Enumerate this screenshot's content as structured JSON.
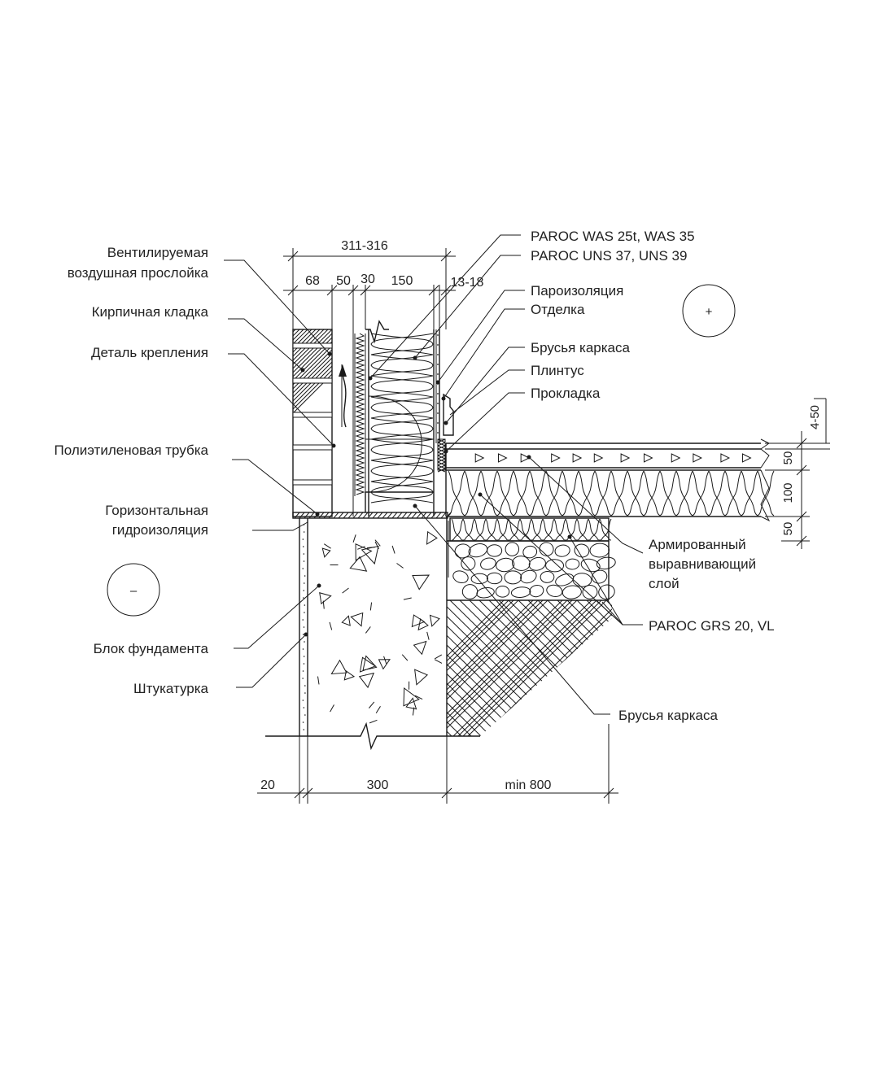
{
  "labels_left": {
    "vent_gap": [
      "Вентилируемая",
      "воздушная прослойка"
    ],
    "brickwork": "Кирпичная кладка",
    "fastener": "Деталь крепления",
    "pe_tube": "Полиэтиленовая трубка",
    "horiz_waterproofing": [
      "Горизонтальная",
      "гидроизоляция"
    ],
    "foundation_block": "Блок фундамента",
    "plaster": "Штукатурка"
  },
  "labels_right": {
    "was": "PAROC WAS 25t, WAS 35",
    "uns": "PAROC UNS 37, UNS 39",
    "vapour_barrier": "Пароизоляция",
    "finish": "Отделка",
    "frame_beams_top": "Брусья каркаса",
    "skirting": "Плинтус",
    "gasket": "Прокладка",
    "reinforced_layer": [
      "Армированный",
      "выравнивающий",
      "слой"
    ],
    "grs": "PAROC GRS 20, VL",
    "frame_beams_bottom": "Брусья каркаса"
  },
  "dimensions": {
    "total_wall": "311-316",
    "brick": "68",
    "gap": "50",
    "was": "30",
    "frame": "150",
    "finish": "13-18",
    "plaster": "20",
    "foundation": "300",
    "ground_insulation": "min  800",
    "floor_gap": "4-50",
    "floor_layer1": "50",
    "floor_layer2": "100",
    "floor_layer3": "50"
  },
  "signs": {
    "inside": "+",
    "outside": "–"
  }
}
